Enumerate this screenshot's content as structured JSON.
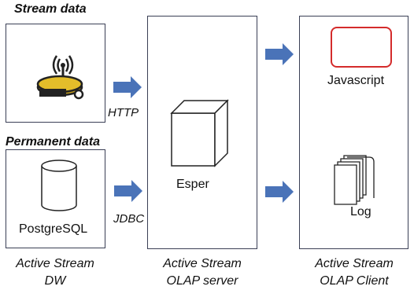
{
  "labels": {
    "stream_data": "Stream data",
    "permanent_data": "Permanent data",
    "http": "HTTP",
    "jdbc": "JDBC",
    "postgresql": "PostgreSQL",
    "esper": "Esper",
    "javascript": "Javascript",
    "log": "Log"
  },
  "captions": {
    "dw_line1": "Active Stream",
    "dw_line2": "DW",
    "server_line1": "Active Stream",
    "server_line2": "OLAP server",
    "client_line1": "Active Stream",
    "client_line2": "OLAP Client"
  },
  "colors": {
    "arrow": "#4a73b8",
    "border": "#3a3f55",
    "js_box": "#d42b2b",
    "sensor_body": "#c9a21a"
  },
  "icons": [
    "sensor-icon",
    "database-cylinder-icon",
    "cube-icon",
    "documents-icon"
  ]
}
